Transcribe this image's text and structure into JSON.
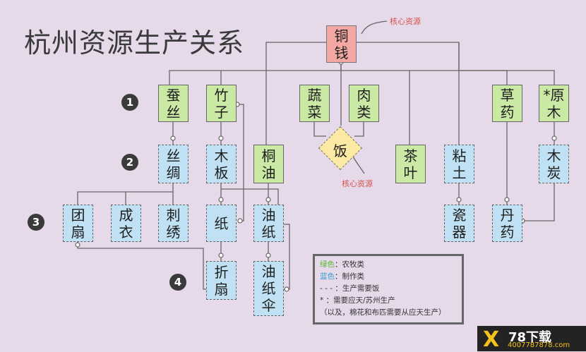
{
  "title": "杭州资源生产关系",
  "tiers": [
    "1",
    "2",
    "3",
    "4"
  ],
  "core_label": "核心资源",
  "core_label2": "核心资源",
  "nodes": {
    "tongqian": "铜\n钱",
    "cansi": "蚕\n丝",
    "zhuzi": "竹\n子",
    "shucai": "蔬\n菜",
    "roulei": "肉\n类",
    "caoyao": "草\n药",
    "yuanmu": "*原\n木",
    "sichou": "丝\n绸",
    "muban": "木\n板",
    "tongyou": "桐\n油",
    "fan": "饭",
    "chaye": "茶\n叶",
    "niantu": "粘\n土",
    "mutan": "木\n炭",
    "tuanshan": "团\n扇",
    "chengyi": "成\n衣",
    "cixiu": "刺\n绣",
    "zhi": "纸",
    "youzhi": "油\n纸",
    "ciqi": "瓷\n器",
    "danyao": "丹\n药",
    "zheshan": "折\n扇",
    "youzhisan": "油\n纸\n伞"
  },
  "legend": {
    "green_key": "绿色",
    "green_text": "：农牧类",
    "blue_key": "蓝色",
    "blue_text": "：制作类",
    "dash_text": "- - - ：生产需要饭",
    "star_text": "* ：需要应天/苏州生产",
    "star_text2": "（以及，棉花和布匹需要从应天生产）"
  },
  "watermark": {
    "mark": "X",
    "brand": "78下载",
    "phone": "4007787878.com"
  },
  "colors": {
    "farm": "#c9e9a5",
    "craft": "#bfe1f3",
    "core": "#f3a8a3",
    "rice": "#fbe9a4",
    "background": "#e5d9ea"
  }
}
